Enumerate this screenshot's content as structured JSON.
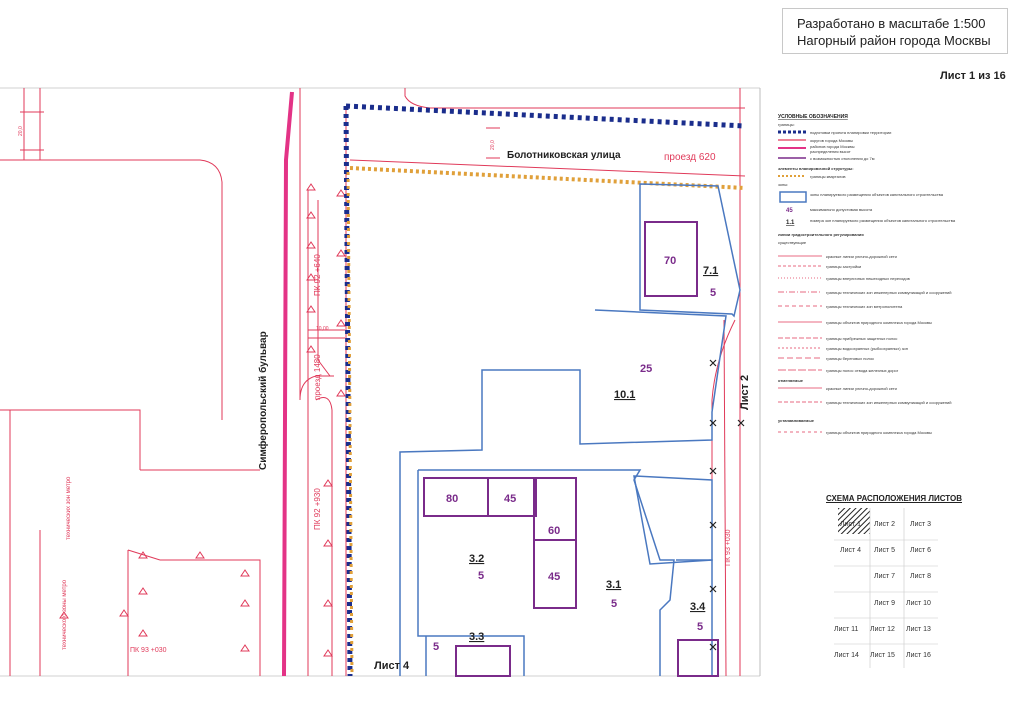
{
  "header": {
    "scale_line": "Разработано в масштабе 1:500",
    "district_line": "Нагорный район города Москвы",
    "sheet": "Лист 1 из 16"
  },
  "map": {
    "street_name": "Болотниковская улица",
    "passage_label": "проезд 620",
    "boulevard_name": "Симферопольский бульвар",
    "sheet_links": {
      "right": "Лист 2",
      "bottom": "Лист 4"
    },
    "small_labels": {
      "dim_1": "20,0",
      "dim_2": "10,00",
      "dim_3": "20,0",
      "pk_1": "ПК 92 +640",
      "pk_2": "ПК 92 +930",
      "pk_3": "ПК 93 +030",
      "pk_4": "ПК 93 +030",
      "pk_5": "проезд 1480",
      "vert_1": "технических зон метро",
      "vert_2": "технического зоны метро"
    },
    "zones": [
      {
        "id": "7.1",
        "height": "5"
      },
      {
        "id": "10.1",
        "height": "25"
      },
      {
        "id": "3.2",
        "height": "5"
      },
      {
        "id": "3.1",
        "height": "5"
      },
      {
        "id": "3.4",
        "height": "5"
      },
      {
        "id": "3.3",
        "height": "5"
      }
    ],
    "building_heights": [
      "70",
      "80",
      "45",
      "60",
      "45"
    ],
    "colors": {
      "boundary_blue": "#1a2d8c",
      "red_line": "#e03a5a",
      "pink_road": "#e33386",
      "zone_blue": "#4a78c0",
      "building_purple": "#7a2b8a",
      "dot_orange": "#e0a03a"
    }
  },
  "legend": {
    "title": "УСЛОВНЫЕ ОБОЗНАЧЕНИЯ",
    "boundaries_header": "границы:",
    "items": [
      "подготовки проекта планировки территории",
      "округов города Москвы",
      "районов города Москвы",
      "распределения высот",
      "с возможностью отклонения до 7м",
      "элементы планировочной структуры:",
      "границы кварталов",
      "зоны:",
      "зоны планируемого размещения объектов капитального строительства",
      "максимально допустимая высота",
      "номера зон планируемого размещения объектов капитального строительства"
    ],
    "sample_height": "45",
    "sample_zone": "1.1",
    "regulation_header": "линии градостроительного регулирования",
    "regulation_items": [
      "красные линии улично-дорожной сети",
      "границы застройки",
      "границы внеуличных пешеходных переходов",
      "границы технических зон инженерных коммуникаций и сооружений",
      "границы технических зон метрополитена",
      "границы объектов природного комплекса города Москвы",
      "границы прибрежных защитных полос",
      "границы водоохранных (рыбоохранных) зон",
      "границы береговых полос",
      "границы полос отвода железных дорог",
      "красные линии улично-дорожной сети",
      "границы технических зон инженерных коммуникаций и сооружений",
      "границы объектов природного комплекса города Москвы"
    ],
    "existing_header": "существующие",
    "cancelled_header": "отменяемые",
    "planned_header": "устанавливаемые"
  },
  "sheet_scheme": {
    "title": "СХЕМА РАСПОЛОЖЕНИЯ ЛИСТОВ",
    "rows": [
      [
        "Лист 1",
        "Лист 2",
        "Лист 3"
      ],
      [
        "Лист 4",
        "Лист 5",
        "Лист 6"
      ],
      [
        "",
        "Лист 7",
        "Лист 8"
      ],
      [
        "",
        "Лист 9",
        "Лист 10"
      ],
      [
        "Лист 11",
        "Лист 12",
        "Лист 13"
      ],
      [
        "Лист 14",
        "Лист 15",
        "Лист 16"
      ]
    ]
  }
}
